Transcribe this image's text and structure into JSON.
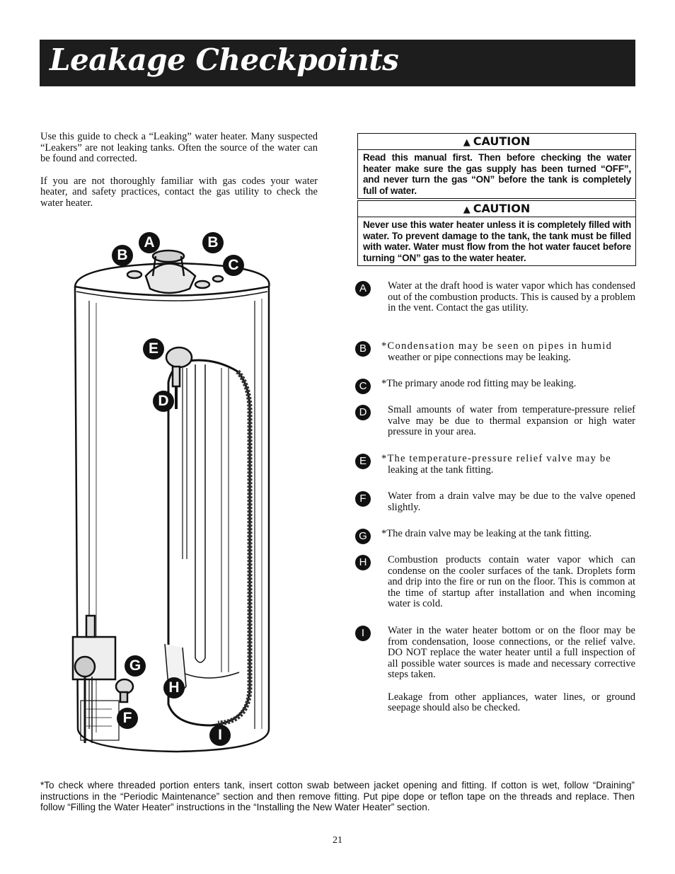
{
  "page": {
    "title": "Leakage Checkpoints",
    "page_number": "21"
  },
  "intro": {
    "p1": "Use this guide to check a “Leaking” water heater. Many suspected “Leakers” are not leaking tanks. Often the source of the water can be found and corrected.",
    "p2": "If you are not thoroughly familiar with gas codes your water heater, and safety practices, contact the gas utility to check the water heater."
  },
  "cautions": [
    {
      "label": "CAUTION",
      "text": "Read this manual first. Then before checking the water heater make sure the gas supply has been turned “OFF”, and never turn the gas “ON” before the tank is completely full of water."
    },
    {
      "label": "CAUTION",
      "text": "Never use this water heater unless it is completely filled with water. To prevent damage to the tank, the tank must be filled with water. Water must flow from the hot water faucet before turning “ON” gas to the water heater."
    }
  ],
  "items": [
    {
      "letter": "A",
      "text": "Water at the draft hood is water vapor which has condensed out of the combustion products. This is caused by a problem in the vent. Contact the gas utility."
    },
    {
      "letter": "B",
      "star": "*Condensation may be seen on pipes in humid",
      "text": "weather or pipe connections may be leaking."
    },
    {
      "letter": "C",
      "star": "*The primary anode rod fitting may be leaking.",
      "text": ""
    },
    {
      "letter": "D",
      "text": "Small amounts of water from temperature-pressure relief valve may be due to thermal expansion or high water pressure in your area."
    },
    {
      "letter": "E",
      "star": "*The temperature-pressure relief valve may be",
      "text": "leaking at the tank fitting."
    },
    {
      "letter": "F",
      "text": "Water from a drain valve may be due to the valve opened slightly."
    },
    {
      "letter": "G",
      "star": "*The drain valve may be leaking at the tank fitting.",
      "text": ""
    },
    {
      "letter": "H",
      "text": "Combustion products contain water vapor which can condense on the cooler surfaces of the tank. Droplets form and drip into the fire or run on the floor. This is common at the time of startup after installation and when incoming water is cold."
    },
    {
      "letter": "I",
      "text": "Water in the water heater bottom or on the floor may be from condensation, loose connections, or the relief valve. DO NOT replace the water heater until a full inspection of all possible water sources is made and necessary corrective steps taken.",
      "text2": "Leakage from other appliances, water lines, or ground seepage should also be checked."
    }
  ],
  "illustration_labels": [
    "A",
    "B",
    "B",
    "C",
    "E",
    "D",
    "G",
    "H",
    "F",
    "I"
  ],
  "footnote": "*To check where threaded portion enters tank, insert cotton swab between jacket opening and fitting. If cotton is wet, follow “Draining” instructions in the “Periodic Maintenance” section and then remove fitting. Put pipe dope or teflon tape on the threads and replace. Then follow “Filling the Water Heater” instructions in the “Installing the New Water Heater” section."
}
